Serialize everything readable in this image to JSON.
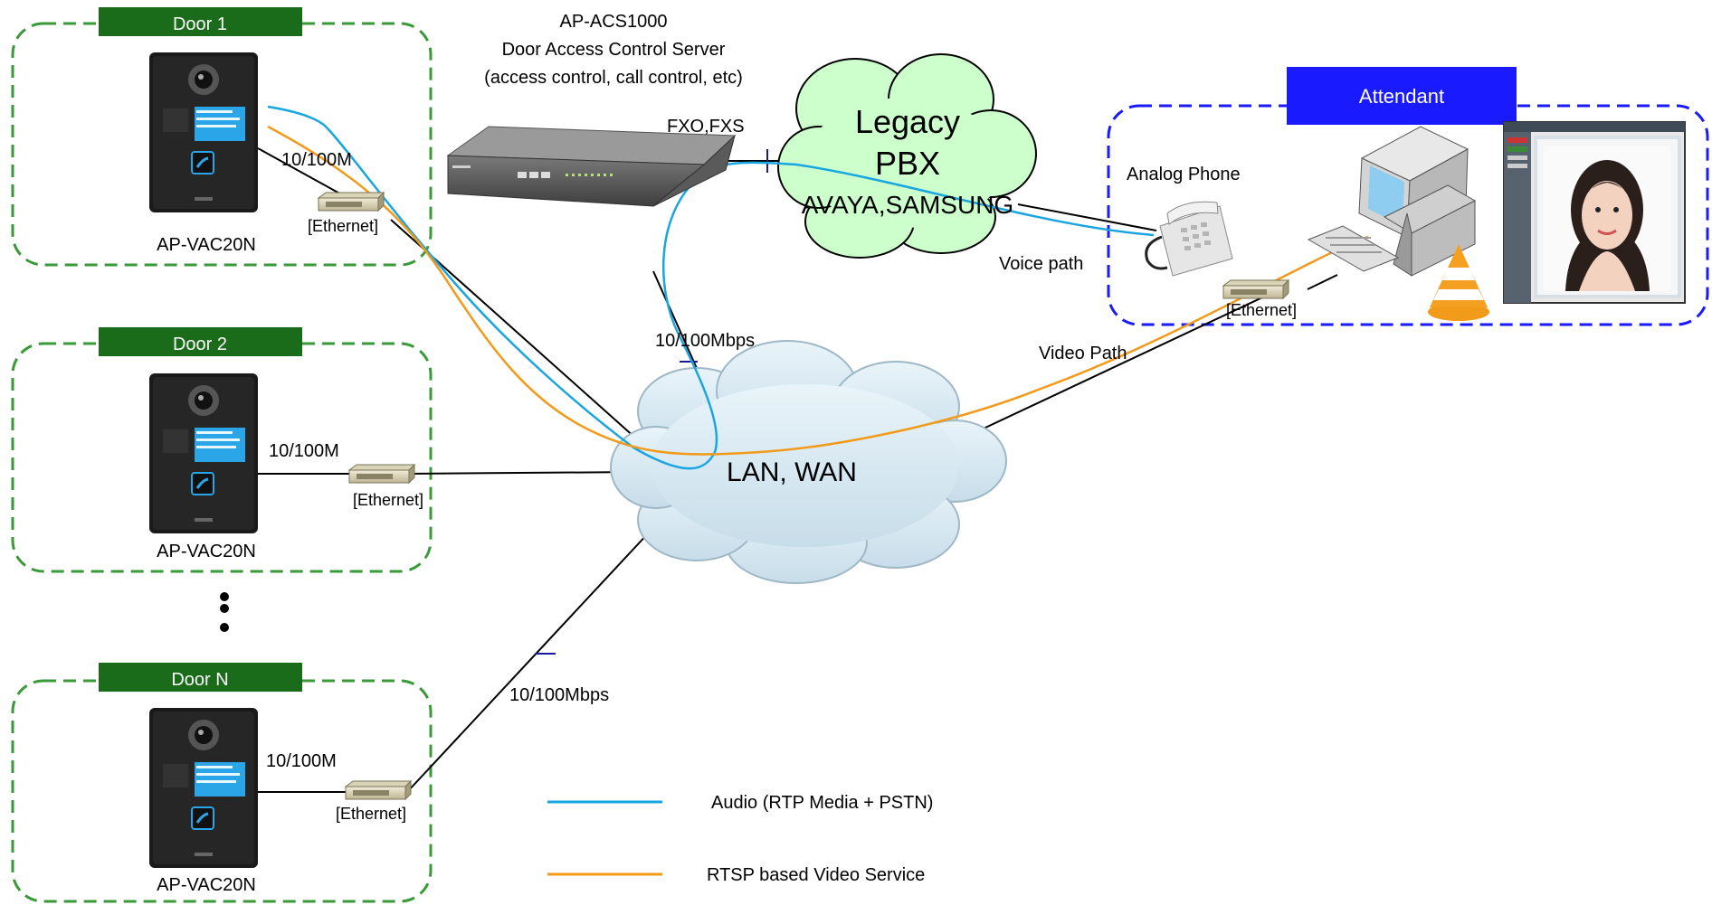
{
  "server": {
    "model": "AP-ACS1000",
    "title": "Door Access Control Server",
    "subtitle": "(access control, call control, etc)"
  },
  "doors": [
    {
      "header": "Door 1",
      "device": "AP-VAC20N",
      "link": "10/100M",
      "switch": "[Ethernet]"
    },
    {
      "header": "Door 2",
      "device": "AP-VAC20N",
      "link": "10/100M",
      "switch": "[Ethernet]"
    },
    {
      "header": "Door N",
      "device": "AP-VAC20N",
      "link": "10/100M",
      "switch": "[Ethernet]"
    }
  ],
  "pbx": {
    "line1": "Legacy",
    "line2": "PBX",
    "line3": "AVAYA,SAMSUNG"
  },
  "fxo_label": "FXO,FXS",
  "attendant": {
    "header": "Attendant",
    "phone_label": "Analog Phone",
    "voice_path": "Voice path",
    "switch": "[Ethernet]"
  },
  "network": {
    "cloud": "LAN, WAN",
    "server_uplink": "10/100Mbps",
    "door_n_uplink": "10/100Mbps",
    "video_path": "Video Path"
  },
  "legend": {
    "audio": "Audio (RTP Media + PSTN)",
    "video": "RTSP based Video Service"
  },
  "colors": {
    "door_green": "#1a6b1a",
    "door_dash": "#3a9a3a",
    "attendant_blue": "#1a1aff",
    "audio_line": "#19a6e0",
    "video_line": "#f29a1a",
    "pbx_fill": "#ccffcc"
  },
  "icons": [
    "door-intercom-icon",
    "ethernet-switch-icon",
    "server-appliance-icon",
    "analog-phone-icon",
    "desktop-computer-icon",
    "vlc-cone-icon",
    "video-screen-icon",
    "person-photo-icon"
  ]
}
